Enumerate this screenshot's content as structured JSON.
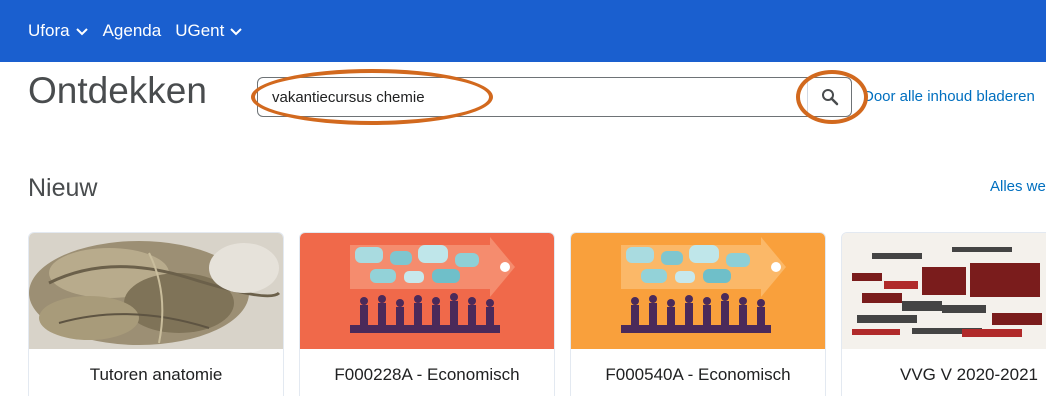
{
  "nav": {
    "items": [
      {
        "label": "Ufora",
        "dropdown": true
      },
      {
        "label": "Agenda",
        "dropdown": false
      },
      {
        "label": "UGent",
        "dropdown": true
      }
    ],
    "bg_color": "#1a5fcf"
  },
  "page": {
    "title": "Ontdekken"
  },
  "search": {
    "value": "vakantiecursus chemie",
    "button_icon": "search-icon",
    "browse_link": "Door alle inhoud bladeren"
  },
  "annotation_color": "#d2691e",
  "section": {
    "title": "Nieuw",
    "see_all": "Alles we"
  },
  "cards": [
    {
      "title": "Tutoren anatomie",
      "subtitle": "",
      "thumb": "anatomy-photo"
    },
    {
      "title": "F000228A - Economisch",
      "subtitle": "",
      "thumb": "meeting-illustration-red"
    },
    {
      "title": "F000540A - Economisch",
      "subtitle": "",
      "thumb": "meeting-illustration-orange"
    },
    {
      "title": "VVG V 2020-2021",
      "subtitle": "",
      "thumb": "food-safety-wordcloud"
    }
  ],
  "colors": {
    "card2_bg": "#f0694a",
    "card3_bg": "#f9a03c",
    "link": "#006fbf"
  }
}
